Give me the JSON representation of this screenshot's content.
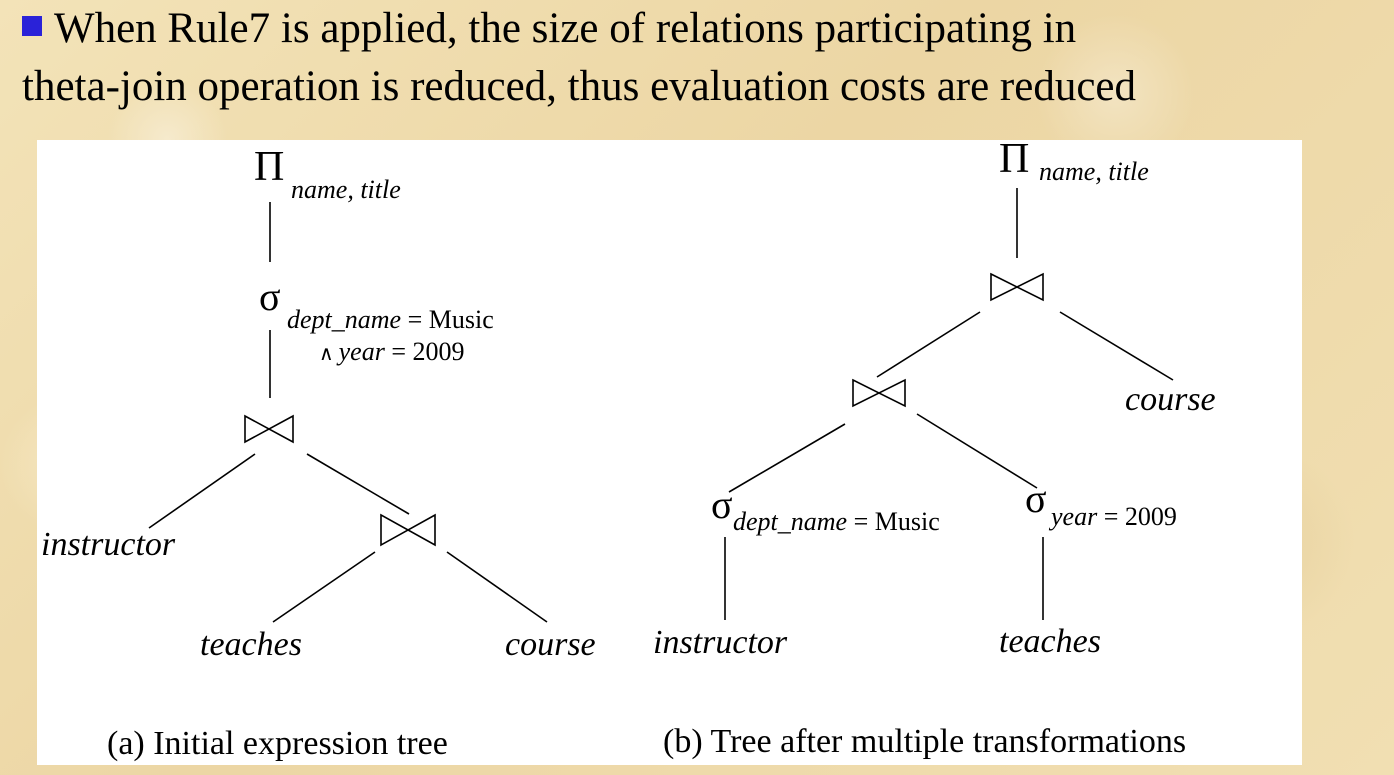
{
  "bullet": {
    "line1": "When Rule7 is applied, the size of relations participating in",
    "line2": "theta-join operation is reduced, thus evaluation costs are reduced"
  },
  "colors": {
    "bullet_marker": "#2a22d8",
    "background": "#efdcae",
    "figure_background": "#ffffff"
  },
  "tree_a": {
    "projection_symbol": "Π",
    "projection_attrs": "name, title",
    "selection_symbol": "σ",
    "selection_attr1": "dept_name",
    "selection_eq1": " = Music",
    "selection_and": "∧ ",
    "selection_attr2": "year",
    "selection_eq2": " = 2009",
    "join_symbol": "⋈",
    "leaf_instructor": "instructor",
    "leaf_teaches": "teaches",
    "leaf_course": "course",
    "caption": "(a) Initial expression tree"
  },
  "tree_b": {
    "projection_symbol": "Π",
    "projection_attrs": "name, title",
    "join_symbol": "⋈",
    "selection_symbol": "σ",
    "left_sel_attr": "dept_name",
    "left_sel_eq": " = Music",
    "right_sel_attr": "year",
    "right_sel_eq": " = 2009",
    "leaf_course": "course",
    "leaf_instructor": "instructor",
    "leaf_teaches": "teaches",
    "caption": "(b) Tree after multiple transformations"
  }
}
